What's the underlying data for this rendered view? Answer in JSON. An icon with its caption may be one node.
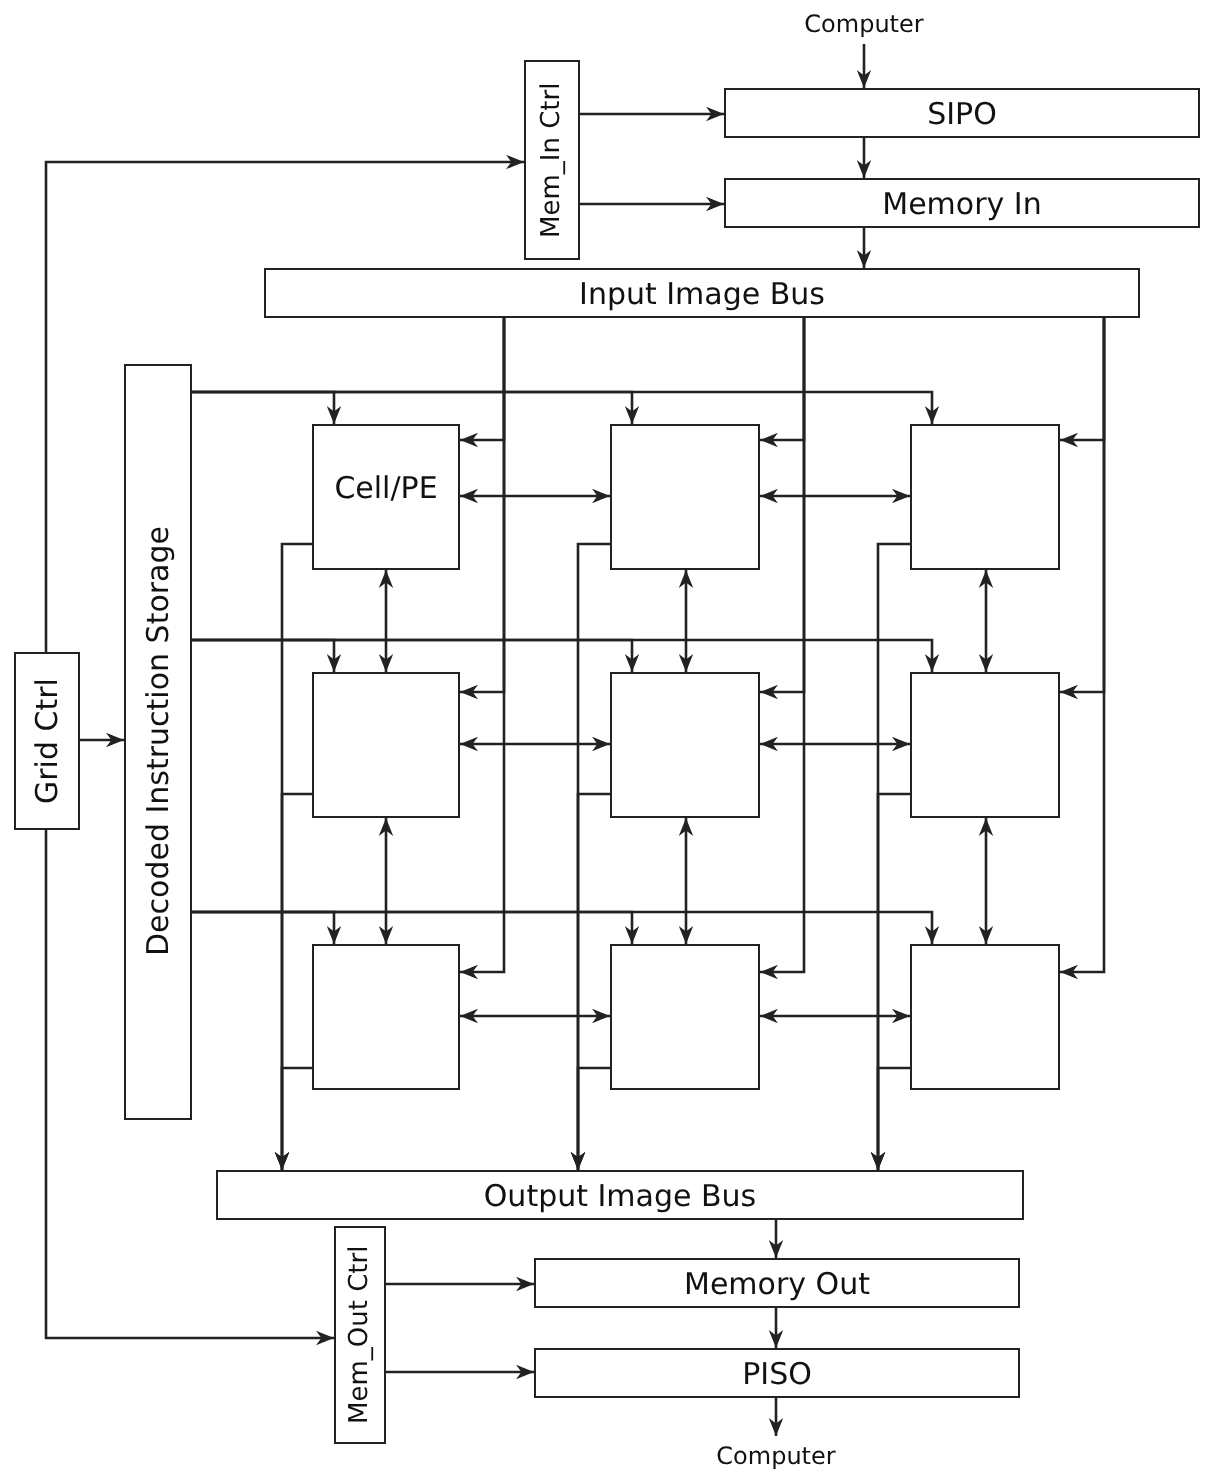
{
  "diagram": {
    "nodes": [
      {
        "text": [
          "Computer"
        ]
      },
      {
        "text": [
          "Mem_In Ctrl"
        ]
      },
      {
        "text": [
          "SIPO"
        ]
      },
      {
        "text": [
          "Memory In"
        ]
      },
      {
        "text": [
          "Input Image Bus"
        ]
      },
      {
        "text": [
          "Grid Ctrl"
        ]
      },
      {
        "text": [
          "Decoded Instruction Storage"
        ]
      },
      {
        "text": [
          "Cell/PE"
        ]
      },
      {
        "text": [],
        "shape": "box"
      },
      {
        "text": [],
        "shape": "box"
      },
      {
        "text": [],
        "shape": "box"
      },
      {
        "text": [],
        "shape": "box"
      },
      {
        "text": [],
        "shape": "box"
      },
      {
        "text": [],
        "shape": "box"
      },
      {
        "text": [],
        "shape": "box"
      },
      {
        "text": [],
        "shape": "box"
      },
      {
        "text": [
          "Output Image Bus"
        ]
      },
      {
        "text": [
          "Mem_Out Ctrl"
        ]
      },
      {
        "text": [
          "Memory Out"
        ]
      },
      {
        "text": [
          "PISO"
        ]
      },
      {
        "text": [
          "Computer"
        ]
      }
    ],
    "edges": [
      {
        "from": 0,
        "to": 2,
        "arrow": "to"
      },
      {
        "from": 1,
        "to": 2,
        "arrow": "to"
      },
      {
        "from": 1,
        "to": 3,
        "arrow": "to"
      },
      {
        "from": 2,
        "to": 3,
        "arrow": "to"
      },
      {
        "from": 3,
        "to": 4,
        "arrow": "to"
      },
      {
        "from": 5,
        "to": 1,
        "arrow": "to"
      },
      {
        "from": 5,
        "to": 6,
        "arrow": "to"
      },
      {
        "from": 5,
        "to": 17,
        "arrow": "to"
      },
      {
        "from": 4,
        "to": 7,
        "arrow": "to"
      },
      {
        "from": 4,
        "to": 8,
        "arrow": "to"
      },
      {
        "from": 4,
        "to": 9,
        "arrow": "to"
      },
      {
        "from": 4,
        "to": 10,
        "arrow": "to"
      },
      {
        "from": 4,
        "to": 11,
        "arrow": "to"
      },
      {
        "from": 4,
        "to": 12,
        "arrow": "to"
      },
      {
        "from": 4,
        "to": 13,
        "arrow": "to"
      },
      {
        "from": 4,
        "to": 14,
        "arrow": "to"
      },
      {
        "from": 4,
        "to": 15,
        "arrow": "to"
      },
      {
        "from": 6,
        "to": 7,
        "arrow": "to"
      },
      {
        "from": 6,
        "to": 8,
        "arrow": "to"
      },
      {
        "from": 6,
        "to": 9,
        "arrow": "to"
      },
      {
        "from": 6,
        "to": 10,
        "arrow": "to"
      },
      {
        "from": 6,
        "to": 11,
        "arrow": "to"
      },
      {
        "from": 6,
        "to": 12,
        "arrow": "to"
      },
      {
        "from": 6,
        "to": 13,
        "arrow": "to"
      },
      {
        "from": 6,
        "to": 14,
        "arrow": "to"
      },
      {
        "from": 6,
        "to": 15,
        "arrow": "to"
      },
      {
        "from": 7,
        "to": 8,
        "arrow": "both"
      },
      {
        "from": 8,
        "to": 9,
        "arrow": "both"
      },
      {
        "from": 7,
        "to": 10,
        "arrow": "both"
      },
      {
        "from": 8,
        "to": 11,
        "arrow": "both"
      },
      {
        "from": 9,
        "to": 12,
        "arrow": "both"
      },
      {
        "from": 10,
        "to": 11,
        "arrow": "both"
      },
      {
        "from": 11,
        "to": 12,
        "arrow": "both"
      },
      {
        "from": 10,
        "to": 13,
        "arrow": "both"
      },
      {
        "from": 11,
        "to": 14,
        "arrow": "both"
      },
      {
        "from": 12,
        "to": 15,
        "arrow": "both"
      },
      {
        "from": 13,
        "to": 14,
        "arrow": "both"
      },
      {
        "from": 14,
        "to": 15,
        "arrow": "both"
      },
      {
        "from": 7,
        "to": 16,
        "arrow": "to"
      },
      {
        "from": 10,
        "to": 16,
        "arrow": "to"
      },
      {
        "from": 13,
        "to": 16,
        "arrow": "to"
      },
      {
        "from": 8,
        "to": 16,
        "arrow": "to"
      },
      {
        "from": 11,
        "to": 16,
        "arrow": "to"
      },
      {
        "from": 14,
        "to": 16,
        "arrow": "to"
      },
      {
        "from": 9,
        "to": 16,
        "arrow": "to"
      },
      {
        "from": 12,
        "to": 16,
        "arrow": "to"
      },
      {
        "from": 15,
        "to": 16,
        "arrow": "to"
      },
      {
        "from": 16,
        "to": 18,
        "arrow": "to"
      },
      {
        "from": 17,
        "to": 18,
        "arrow": "to"
      },
      {
        "from": 17,
        "to": 19,
        "arrow": "to"
      },
      {
        "from": 18,
        "to": 19,
        "arrow": "to"
      },
      {
        "from": 19,
        "to": 20,
        "arrow": "to"
      }
    ]
  }
}
